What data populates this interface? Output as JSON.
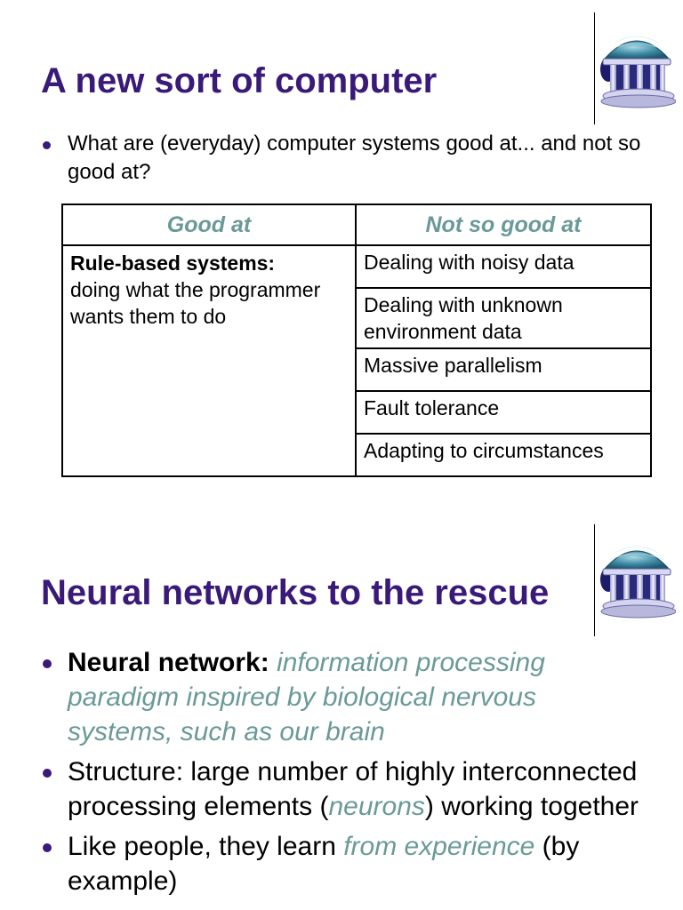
{
  "slide1": {
    "title": "A new sort of computer",
    "bullet": "What are (everyday) computer systems good at... and not so good at?",
    "table": {
      "headers": [
        "Good at",
        "Not so good at"
      ],
      "good_at": {
        "bold": "Rule-based systems:",
        "rest": "doing what the programmer wants them to do"
      },
      "not_so_good_at": [
        "Dealing with noisy data",
        "Dealing with unknown environment data",
        "Massive parallelism",
        "Fault tolerance",
        "Adapting to circumstances"
      ]
    },
    "logo_icon": "domed-pavilion-icon"
  },
  "slide2": {
    "title": "Neural networks to the rescue",
    "bullets": [
      {
        "strong": "Neural network:",
        "em": "information processing paradigm inspired by biological nervous systems, such as our brain"
      },
      {
        "text_a": "Structure: large number of highly interconnected processing elements (",
        "em": "neurons",
        "text_b": ") working together"
      },
      {
        "text_a": "Like people, they learn ",
        "em": "from experience",
        "text_b": " (by example)"
      }
    ],
    "logo_icon": "domed-pavilion-icon"
  },
  "colors": {
    "title": "#3a1a78",
    "accent": "#6a9a98",
    "text": "#000000"
  }
}
